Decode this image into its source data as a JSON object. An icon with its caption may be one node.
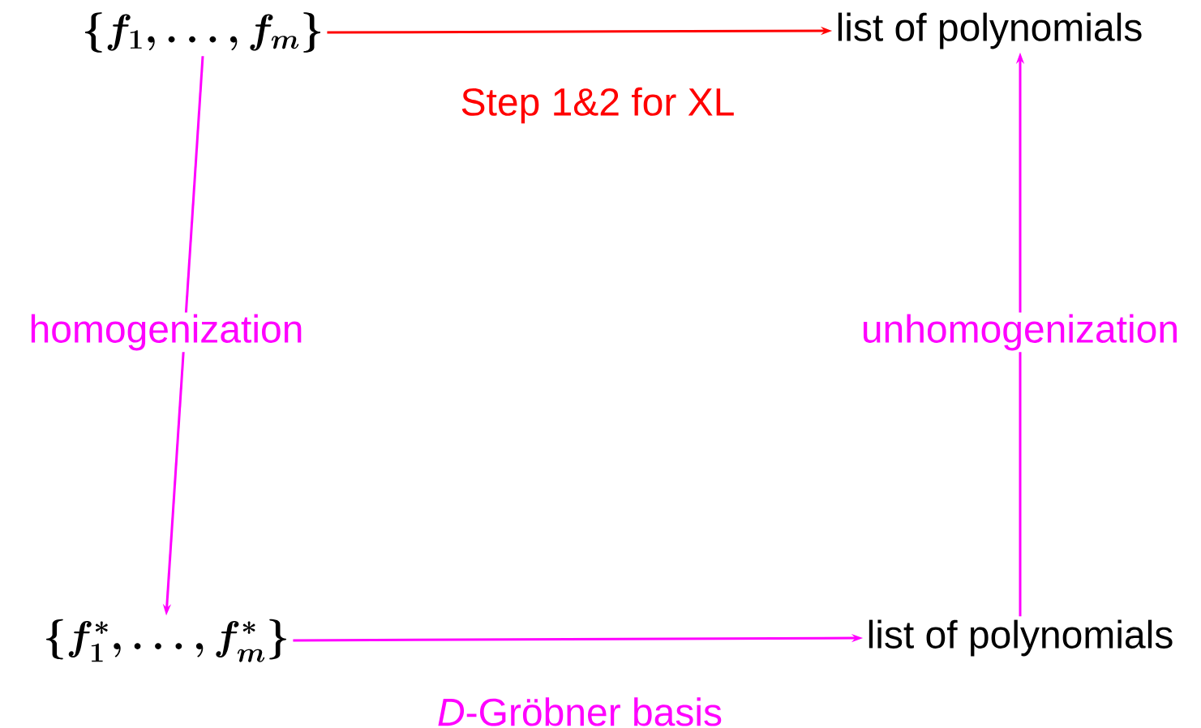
{
  "diagram": {
    "nodes": [
      {
        "text": [
          "\\{f_1,\\ldots,f_m\\}"
        ]
      },
      {
        "text": [
          "list of polynomials"
        ]
      },
      {
        "text": [
          "\\{f_1^*,\\ldots,f_m^*\\}"
        ]
      },
      {
        "text": [
          "list of polynomials"
        ]
      }
    ],
    "edges": [
      {
        "from": 0,
        "to": 1,
        "arrow": "to",
        "label": "Step 1&2 for XL",
        "color": "#ff0000"
      },
      {
        "from": 0,
        "to": 2,
        "arrow": "to",
        "label": "homogenization"
      },
      {
        "from": 2,
        "to": 3,
        "arrow": "to",
        "label": "*D*-Gröbner basis"
      },
      {
        "from": 3,
        "to": 1,
        "arrow": "to",
        "label": "unhomogenization"
      }
    ]
  }
}
